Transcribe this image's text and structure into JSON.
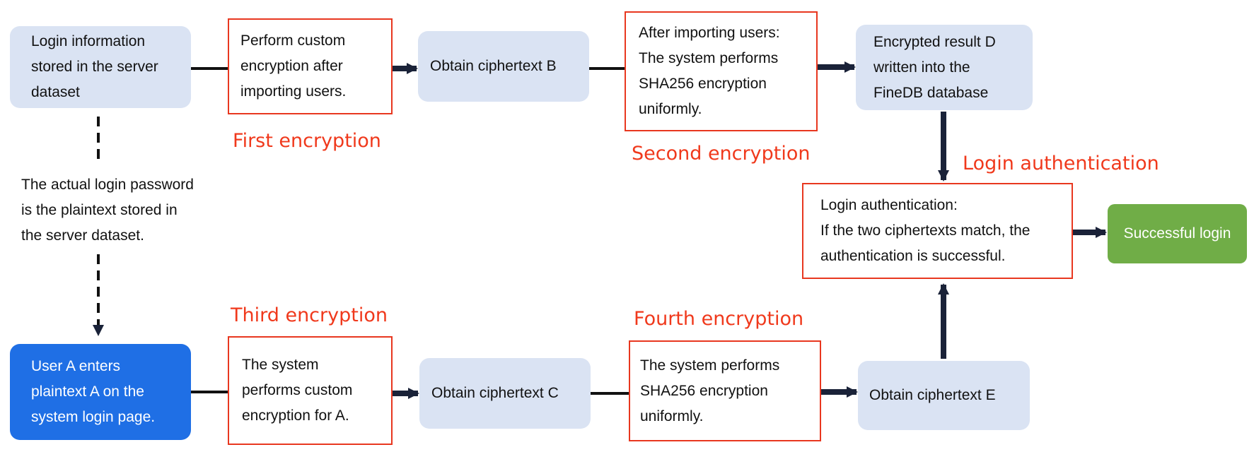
{
  "nodes": {
    "login_info": "Login information\nstored in the server\ndataset",
    "custom_encrypt_import": "Perform custom\nencryption after\nimporting users.",
    "ciphertext_b": "Obtain ciphertext B",
    "sha256_import": "After importing users:\nThe system performs\nSHA256 encryption\nuniformly.",
    "result_d": "Encrypted result D\nwritten into the\nFineDB database",
    "login_auth": "Login authentication:\nIf the two ciphertexts match, the\nauthentication is successful.",
    "success": "Successful login",
    "plaintext_note": "The actual login password\nis the plaintext stored in\nthe server dataset.",
    "user_a": "User A enters\nplaintext A on the\nsystem login page.",
    "custom_encrypt_a": "The system\nperforms custom\nencryption for A.",
    "ciphertext_c": "Obtain ciphertext C",
    "sha256_a": "The system performs\nSHA256 encryption\nuniformly.",
    "ciphertext_e": "Obtain ciphertext E"
  },
  "captions": {
    "first": "First encryption",
    "second": "Second encryption",
    "third": "Third encryption",
    "fourth": "Fourth encryption",
    "login_auth": "Login authentication"
  },
  "colors": {
    "node_fill": "#dae3f3",
    "highlight_border": "#e8371f",
    "caption_text": "#f0391c",
    "user_fill": "#1f6fe5",
    "success_fill": "#70ad47",
    "arrow": "#1a2238"
  }
}
